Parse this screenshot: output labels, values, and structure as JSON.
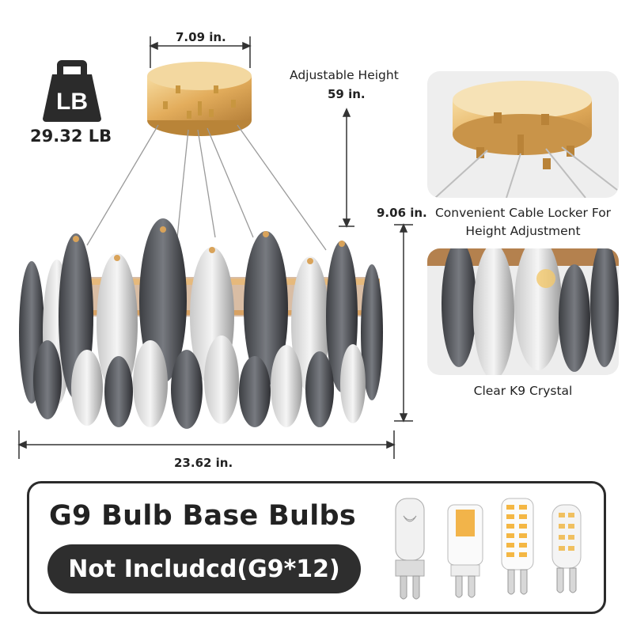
{
  "weight": {
    "badge": "LB",
    "value": "29.32 LB"
  },
  "dimensions": {
    "top_width": "7.09 in.",
    "adjustable_height_label": "Adjustable Height",
    "adjustable_height_value": "59 in.",
    "body_height": "9.06 in.",
    "body_width": "23.62 in."
  },
  "features": {
    "cable_caption": "Convenient Cable Locker For Height Adjustment",
    "crystal_caption": "Clear K9 Crystal"
  },
  "bulbs": {
    "title": "G9 Bulb Base Bulbs",
    "note": "Not Includcd(G9*12)"
  },
  "colors": {
    "gold": "#e8b766",
    "dark_pill": "#2e2e2e",
    "smoke_crystal": "#5a5c60"
  }
}
